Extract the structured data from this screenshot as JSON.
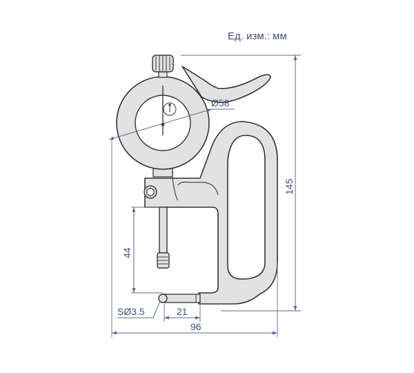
{
  "units_label": "Ед. изм.: мм",
  "dimensions": {
    "dial_diameter": "Ø58",
    "total_height": "145",
    "opening_depth": "44",
    "anvil_ball": "SØ3.5",
    "anvil_offset": "21",
    "total_width": "96"
  },
  "colors": {
    "body_fill": "#e2e2e2",
    "body_stroke": "#333333",
    "dimension": "#3d4f7a"
  },
  "icons": {
    "knob": "knurled-knob-icon",
    "screw": "hex-socket-screw-icon"
  }
}
